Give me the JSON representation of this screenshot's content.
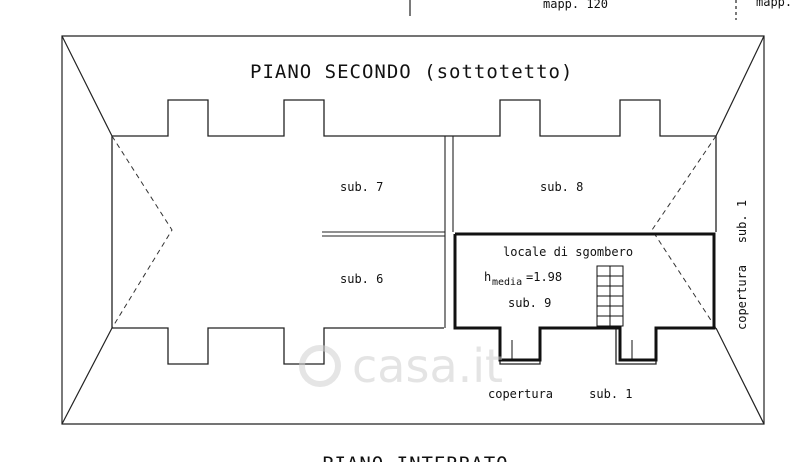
{
  "header": {
    "mapp_left": "mapp. 120",
    "mapp_right": "mapp."
  },
  "plan": {
    "title": "PIANO SECONDO (sottotetto)",
    "rooms": {
      "sub7": "sub. 7",
      "sub8": "sub. 8",
      "sub6": "sub. 6",
      "locale": "locale di sgombero",
      "h_main": "h",
      "h_sub": "media",
      "h_value": "=1.98",
      "sub9": "sub. 9"
    },
    "roof_bottom": "copertura     sub. 1",
    "roof_right": "copertura   sub. 1"
  },
  "footer": {
    "next_floor": "PIANO INTERRATO"
  },
  "watermark": {
    "text": "casa.it"
  }
}
